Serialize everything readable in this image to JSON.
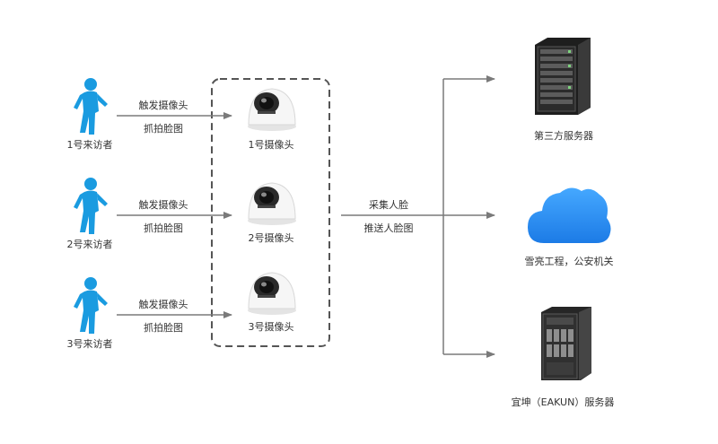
{
  "visitors": [
    {
      "label": "1号来访者",
      "trigger": "触发摄像头",
      "capture": "抓拍脸图"
    },
    {
      "label": "2号来访者",
      "trigger": "触发摄像头",
      "capture": "抓拍脸图"
    },
    {
      "label": "3号来访者",
      "trigger": "触发摄像头",
      "capture": "抓拍脸图"
    }
  ],
  "cameras": [
    {
      "label": "1号摄像头"
    },
    {
      "label": "2号摄像头"
    },
    {
      "label": "3号摄像头"
    }
  ],
  "collection": {
    "line1": "采集人脸",
    "line2": "推送人脸图"
  },
  "destinations": [
    {
      "label": "第三方服务器",
      "icon": "rack-server-icon"
    },
    {
      "label": "雪亮工程，公安机关",
      "icon": "cloud-icon"
    },
    {
      "label": "宜坤（EAKUN）服务器",
      "icon": "tower-server-icon"
    }
  ],
  "colors": {
    "person": "#1a9be0",
    "arrow": "#7a7a7a",
    "cloud": "#2a8ff0",
    "dashed_box": "#555555"
  }
}
